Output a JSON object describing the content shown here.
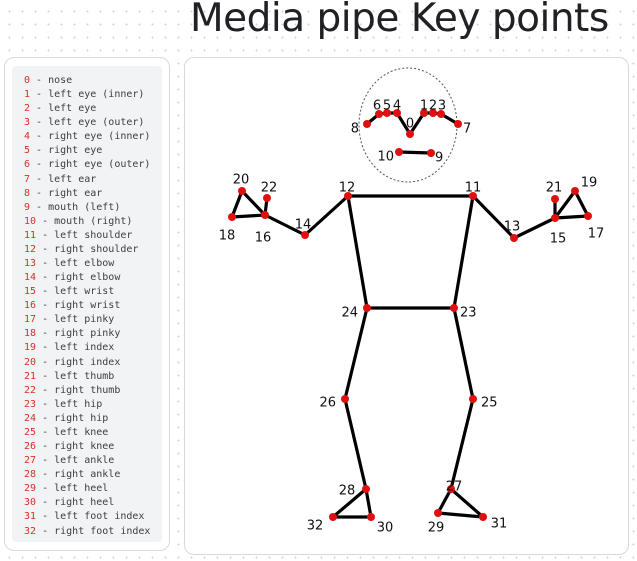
{
  "title": "Media pipe Key points",
  "colors": {
    "point": "#e01010",
    "bone": "#000000",
    "index": "#d93025"
  },
  "legend": [
    {
      "index": "0",
      "name": "nose"
    },
    {
      "index": "1",
      "name": "left eye (inner)"
    },
    {
      "index": "2",
      "name": "left eye"
    },
    {
      "index": "3",
      "name": "left eye (outer)"
    },
    {
      "index": "4",
      "name": "right eye (inner)"
    },
    {
      "index": "5",
      "name": "right eye"
    },
    {
      "index": "6",
      "name": "right eye (outer)"
    },
    {
      "index": "7",
      "name": "left ear"
    },
    {
      "index": "8",
      "name": "right ear"
    },
    {
      "index": "9",
      "name": "mouth (left)"
    },
    {
      "index": "10",
      "name": "mouth (right)"
    },
    {
      "index": "11",
      "name": "left shoulder"
    },
    {
      "index": "12",
      "name": "right shoulder"
    },
    {
      "index": "13",
      "name": "left elbow"
    },
    {
      "index": "14",
      "name": "right elbow"
    },
    {
      "index": "15",
      "name": "left wrist"
    },
    {
      "index": "16",
      "name": "right wrist"
    },
    {
      "index": "17",
      "name": "left pinky"
    },
    {
      "index": "18",
      "name": "right pinky"
    },
    {
      "index": "19",
      "name": "left index"
    },
    {
      "index": "20",
      "name": "right index"
    },
    {
      "index": "21",
      "name": "left thumb"
    },
    {
      "index": "22",
      "name": "right thumb"
    },
    {
      "index": "23",
      "name": "left hip"
    },
    {
      "index": "24",
      "name": "right hip"
    },
    {
      "index": "25",
      "name": "left knee"
    },
    {
      "index": "26",
      "name": "right knee"
    },
    {
      "index": "27",
      "name": "left ankle"
    },
    {
      "index": "28",
      "name": "right ankle"
    },
    {
      "index": "29",
      "name": "left heel"
    },
    {
      "index": "30",
      "name": "right heel"
    },
    {
      "index": "31",
      "name": "left foot index"
    },
    {
      "index": "32",
      "name": "right foot index"
    }
  ],
  "connections": [
    [
      11,
      12
    ],
    [
      11,
      13
    ],
    [
      13,
      15
    ],
    [
      15,
      17
    ],
    [
      15,
      19
    ],
    [
      17,
      19
    ],
    [
      15,
      21
    ],
    [
      12,
      14
    ],
    [
      14,
      16
    ],
    [
      16,
      18
    ],
    [
      16,
      20
    ],
    [
      18,
      20
    ],
    [
      16,
      22
    ],
    [
      11,
      23
    ],
    [
      12,
      24
    ],
    [
      23,
      24
    ],
    [
      23,
      25
    ],
    [
      25,
      27
    ],
    [
      27,
      29
    ],
    [
      27,
      31
    ],
    [
      29,
      31
    ],
    [
      24,
      26
    ],
    [
      26,
      28
    ],
    [
      28,
      30
    ],
    [
      28,
      32
    ],
    [
      30,
      32
    ],
    [
      0,
      1
    ],
    [
      1,
      2
    ],
    [
      2,
      3
    ],
    [
      3,
      7
    ],
    [
      0,
      4
    ],
    [
      4,
      5
    ],
    [
      5,
      6
    ],
    [
      6,
      8
    ],
    [
      9,
      10
    ]
  ]
}
